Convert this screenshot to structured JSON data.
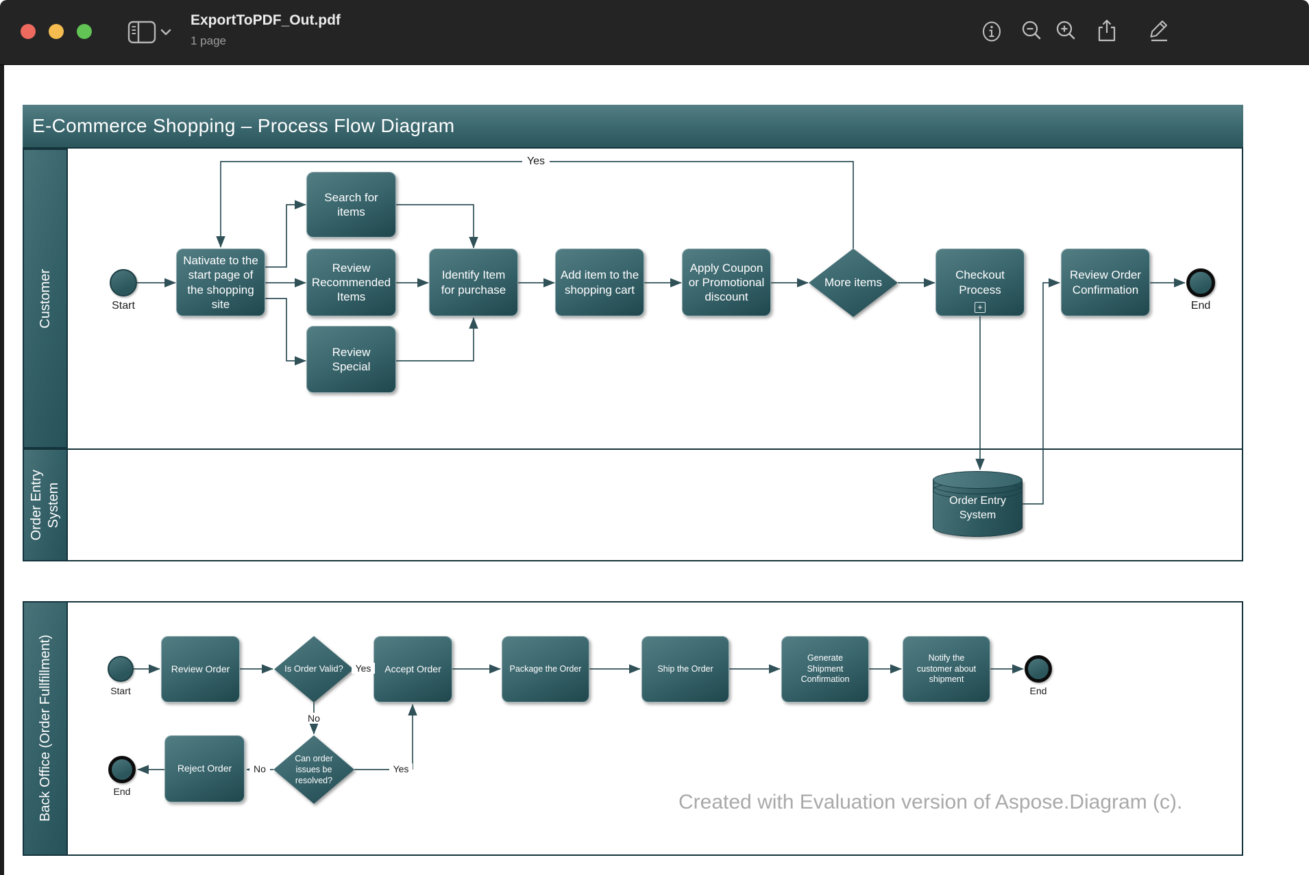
{
  "window": {
    "title": "ExportToPDF_Out.pdf",
    "page_count": "1 page",
    "toolbar_icons": [
      "sidebar-toggle-icon",
      "chevron-down-icon",
      "info-icon",
      "zoom-out-icon",
      "zoom-in-icon",
      "share-icon",
      "markup-pencil-icon"
    ],
    "traffic_lights": [
      "close",
      "minimize",
      "zoom"
    ]
  },
  "colors": {
    "titlebar": "#242424",
    "traffic_red": "#ee6a5f",
    "traffic_yellow": "#f5bd4f",
    "traffic_green": "#61c454",
    "shape_teal_light": "#527d83",
    "shape_teal_dark": "#1f474d",
    "lane_border": "#14333a",
    "connector": "#2f5157",
    "watermark_gray": "#a9a9a9"
  },
  "diagram": {
    "pool1": {
      "title": "E-Commerce Shopping – Process Flow Diagram",
      "lane_customer": "Customer",
      "lane_order_entry": "Order Entry\nSystem",
      "nodes": {
        "start": "Start",
        "navigate": "Nativate to the\nstart page of\nthe shopping\nsite",
        "search": "Search for\nitems",
        "recommended": "Review\nRecommended\nItems",
        "special": "Review\nSpecial",
        "identify": "Identify Item\nfor purchase",
        "add_item": "Add item to the\nshopping cart",
        "coupon": "Apply Coupon\nor Promotional\ndiscount",
        "more_items": "More items",
        "checkout": "Checkout\nProcess",
        "checkout_marker": "+",
        "review_confirm": "Review Order\nConfirmation",
        "order_entry_db": "Order Entry\nSystem",
        "end": "End"
      },
      "edge_labels": {
        "loop_yes": "Yes"
      }
    },
    "pool2": {
      "lane_back_office": "Back Office (Order Fullfillment)",
      "nodes": {
        "start": "Start",
        "review_order": "Review Order",
        "is_valid": "Is Order Valid?",
        "accept": "Accept Order",
        "package": "Package the Order",
        "ship": "Ship the Order",
        "generate": "Generate\nShipment\nConfirmation",
        "notify": "Notify the\ncustomer about\nshipment",
        "end_main": "End",
        "resolve": "Can order\nissues be\nresolved?",
        "reject": "Reject Order",
        "end_reject": "End"
      },
      "edge_labels": {
        "valid_yes": "Yes",
        "valid_no": "No",
        "resolve_no": "No",
        "resolve_yes": "Yes"
      }
    },
    "watermark": "Created with Evaluation version of Aspose.Diagram (c)."
  }
}
